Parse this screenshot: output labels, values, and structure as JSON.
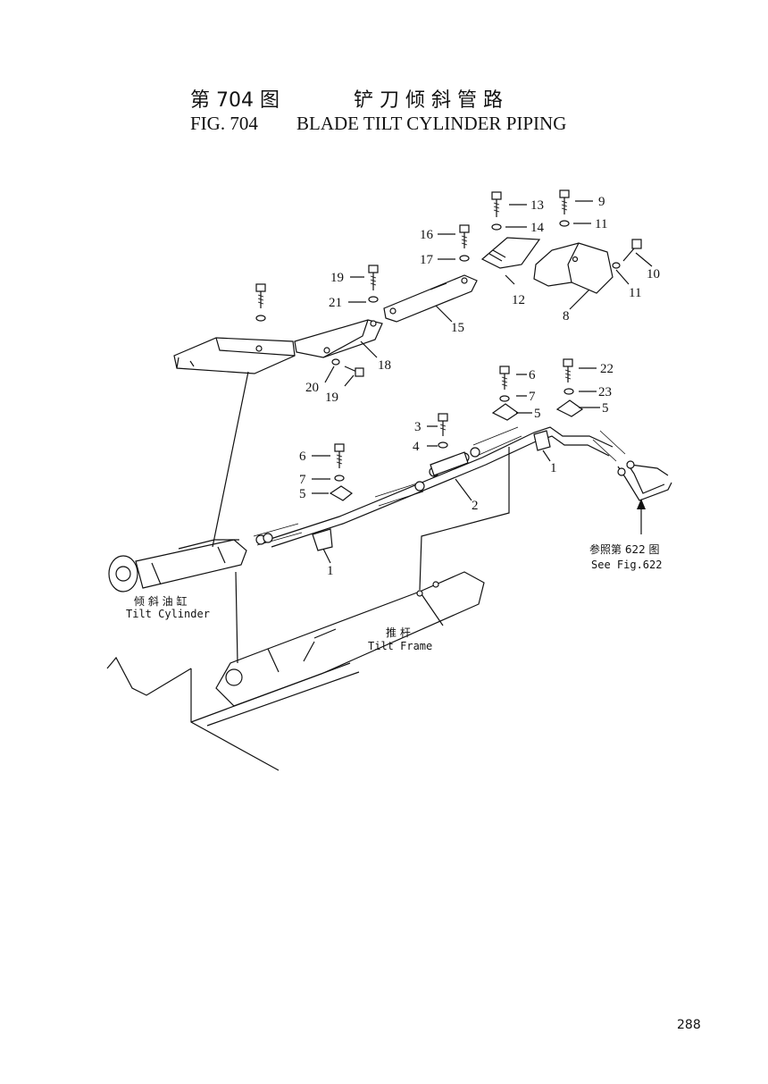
{
  "title": {
    "fig_cn": "第 704 图",
    "name_cn": "铲 刀 倾 斜 管 路",
    "fig_en": "FIG. 704",
    "name_en": "BLADE TILT CYLINDER PIPING"
  },
  "callouts": {
    "c1": "1",
    "c1b": "1",
    "c2": "2",
    "c3": "3",
    "c4": "4",
    "c5a": "5",
    "c5b": "5",
    "c5c": "5",
    "c6a": "6",
    "c6b": "6",
    "c7a": "7",
    "c7b": "7",
    "c8": "8",
    "c9": "9",
    "c10": "10",
    "c11a": "11",
    "c11b": "11",
    "c12": "12",
    "c13": "13",
    "c14": "14",
    "c15": "15",
    "c16": "16",
    "c17": "17",
    "c18": "18",
    "c19a": "19",
    "c19b": "19",
    "c20": "20",
    "c21": "21",
    "c22": "22",
    "c23": "23"
  },
  "labels": {
    "tilt_cylinder_cn": "倾 斜 油 缸",
    "tilt_cylinder_en": "Tilt Cylinder",
    "tilt_frame_cn": "推   杆",
    "tilt_frame_en": "Tilt Frame",
    "see_ref_cn": "参照第 622 图",
    "see_ref_en": "See Fig.622"
  },
  "page_number": "288"
}
